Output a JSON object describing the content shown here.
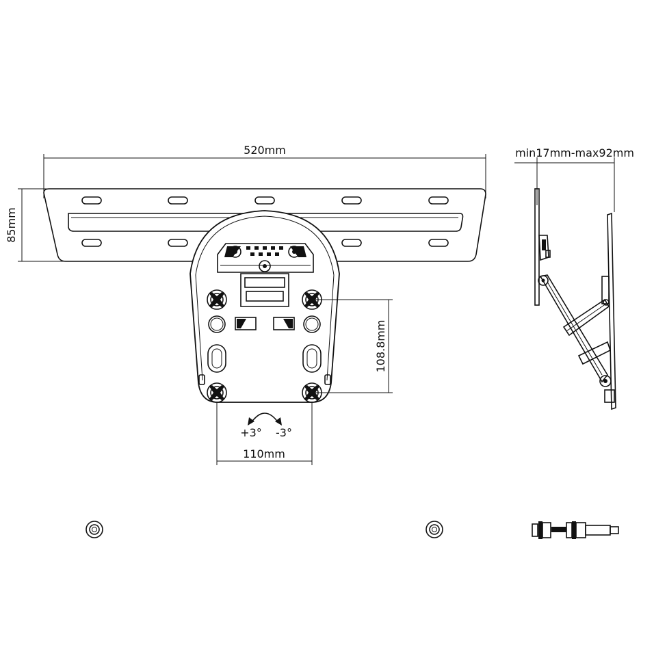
{
  "labels": {
    "width": "520mm",
    "height": "85mm",
    "depth_range": "min17mm-max92mm",
    "vertical_spacing": "108.8mm",
    "horizontal_spacing": "110mm",
    "tilt_plus": "+3°",
    "tilt_minus": "-3°"
  },
  "colors": {
    "line": "#111111",
    "background": "#ffffff"
  }
}
